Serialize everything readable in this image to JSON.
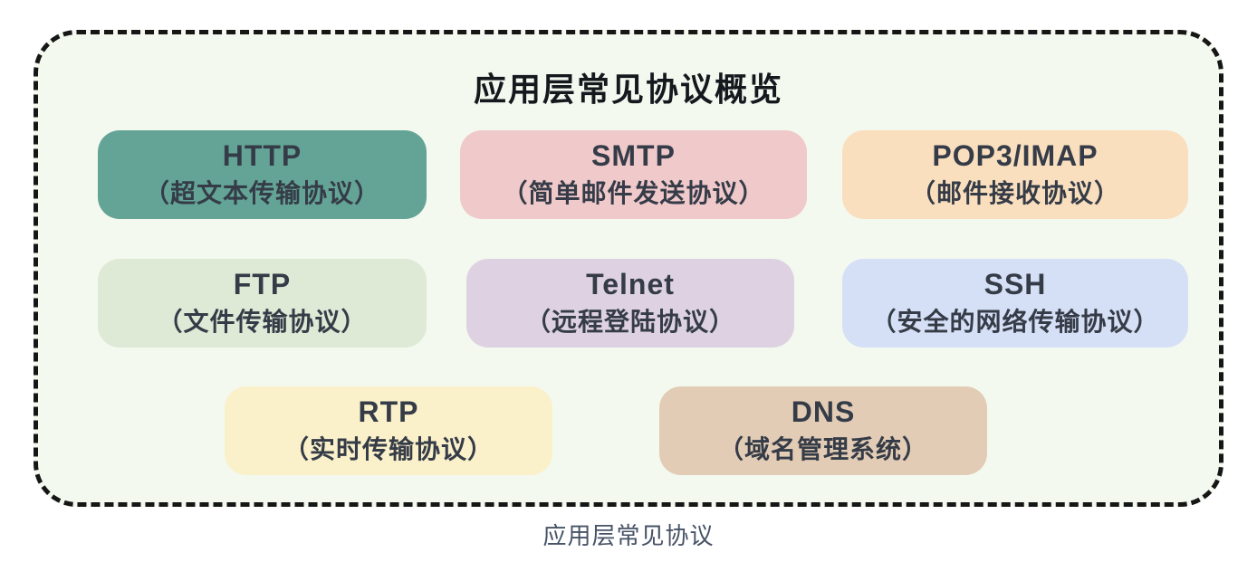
{
  "page": {
    "title": "应用层常见协议概览",
    "caption": "应用层常见协议"
  },
  "colors": {
    "panel_background": "#F3F9EF",
    "panel_border": "#161616",
    "title_text": "#15181D",
    "card_text": "#353C47",
    "caption_text": "#475366"
  },
  "cards": [
    {
      "id": "http",
      "name": "HTTP",
      "desc": "（超文本传输协议）",
      "color": "#63A496"
    },
    {
      "id": "smtp",
      "name": "SMTP",
      "desc": "（简单邮件发送协议）",
      "color": "#F0C9CB"
    },
    {
      "id": "pop3-imap",
      "name": "POP3/IMAP",
      "desc": "（邮件接收协议）",
      "color": "#FADFBF"
    },
    {
      "id": "ftp",
      "name": "FTP",
      "desc": "（文件传输协议）",
      "color": "#DEE9D6"
    },
    {
      "id": "telnet",
      "name": "Telnet",
      "desc": "（远程登陆协议）",
      "color": "#DED2E2"
    },
    {
      "id": "ssh",
      "name": "SSH",
      "desc": "（安全的网络传输协议）",
      "color": "#D5DFF6"
    },
    {
      "id": "rtp",
      "name": "RTP",
      "desc": "（实时传输协议）",
      "color": "#FAF0CA"
    },
    {
      "id": "dns",
      "name": "DNS",
      "desc": "（域名管理系统）",
      "color": "#E2CCB5"
    }
  ]
}
